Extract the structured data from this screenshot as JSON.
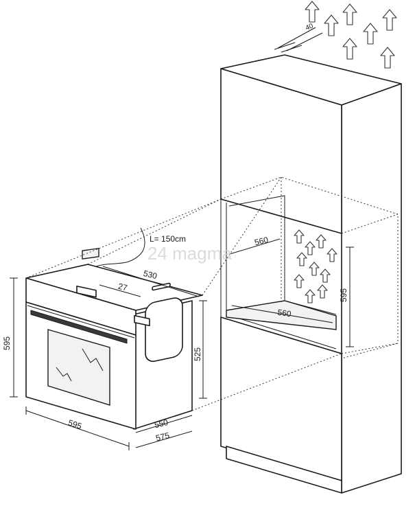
{
  "watermark": {
    "text": "24 magma"
  },
  "cable": {
    "label": "L= 150cm"
  },
  "dimensions": {
    "oven_height": "595",
    "oven_width": "595",
    "oven_depth_top": "530",
    "front_panel_depth": "27",
    "side_height": "525",
    "depth_inner": "550",
    "depth_outer": "575",
    "vent_gap": "40",
    "niche_depth": "560",
    "niche_width": "560",
    "niche_height": "595"
  }
}
